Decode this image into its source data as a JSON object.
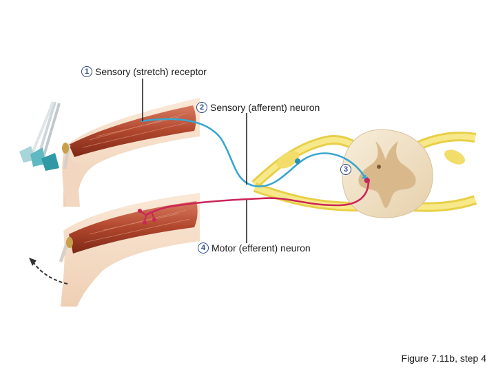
{
  "steps": [
    {
      "num": "1",
      "label": "Sensory (stretch) receptor"
    },
    {
      "num": "2",
      "label": "Sensory (afferent) neuron"
    },
    {
      "num": "3",
      "label": ""
    },
    {
      "num": "4",
      "label": "Motor (efferent) neuron"
    }
  ],
  "caption": "Figure 7.11b, step 4",
  "colors": {
    "skin": "#f6dcc6",
    "muscle": "#b0472d",
    "sensory_neuron": "#3aa6d0",
    "motor_neuron": "#cc2459",
    "nerve": "#f4e06a",
    "spinal_cord": "#f3e4c8",
    "gray_matter": "#d9b98c",
    "label_circle": "#2a4a8a"
  }
}
